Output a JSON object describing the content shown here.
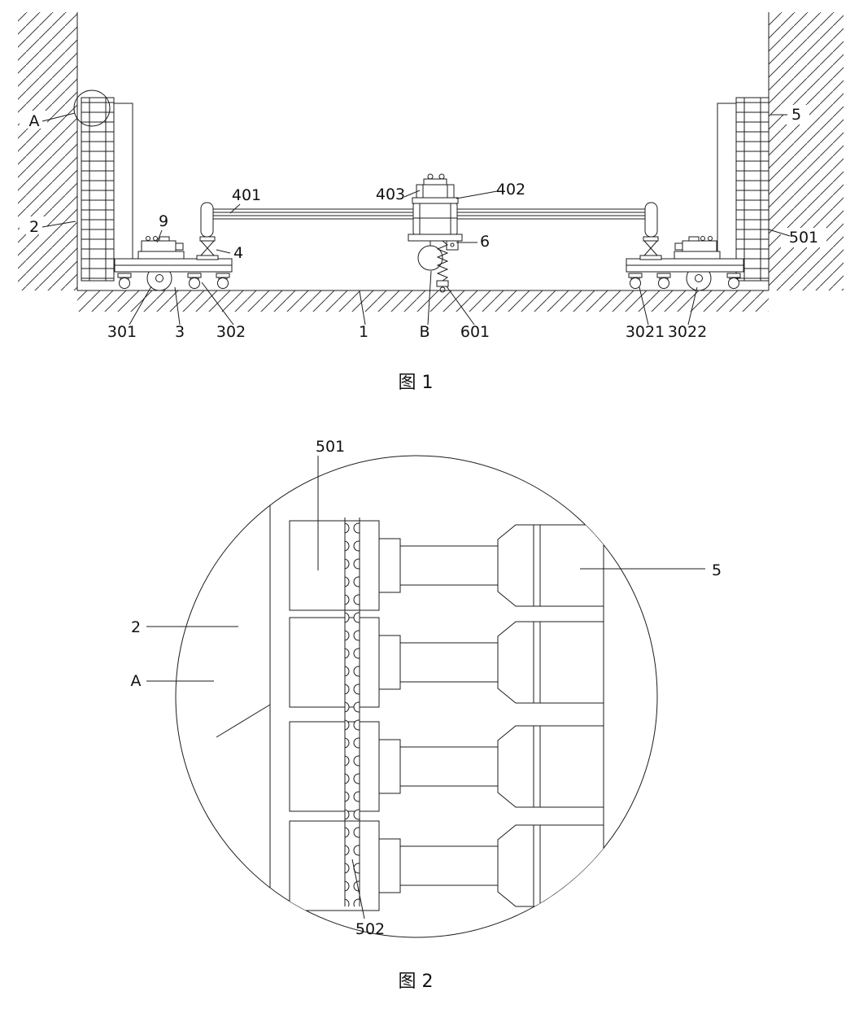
{
  "page": {
    "background": "#ffffff",
    "line_color": "#1c1c1c"
  },
  "figure1": {
    "caption": "图 1",
    "labels": {
      "A": "A",
      "2": "2",
      "9": "9",
      "401": "401",
      "403": "403",
      "402": "402",
      "6": "6",
      "4": "4",
      "5": "5",
      "501": "501",
      "301": "301",
      "3": "3",
      "302": "302",
      "1": "1",
      "B": "B",
      "601": "601",
      "3021": "3021",
      "3022": "3022"
    }
  },
  "figure2": {
    "caption": "图 2",
    "labels": {
      "501": "501",
      "5": "5",
      "2": "2",
      "A": "A",
      "502": "502"
    }
  }
}
